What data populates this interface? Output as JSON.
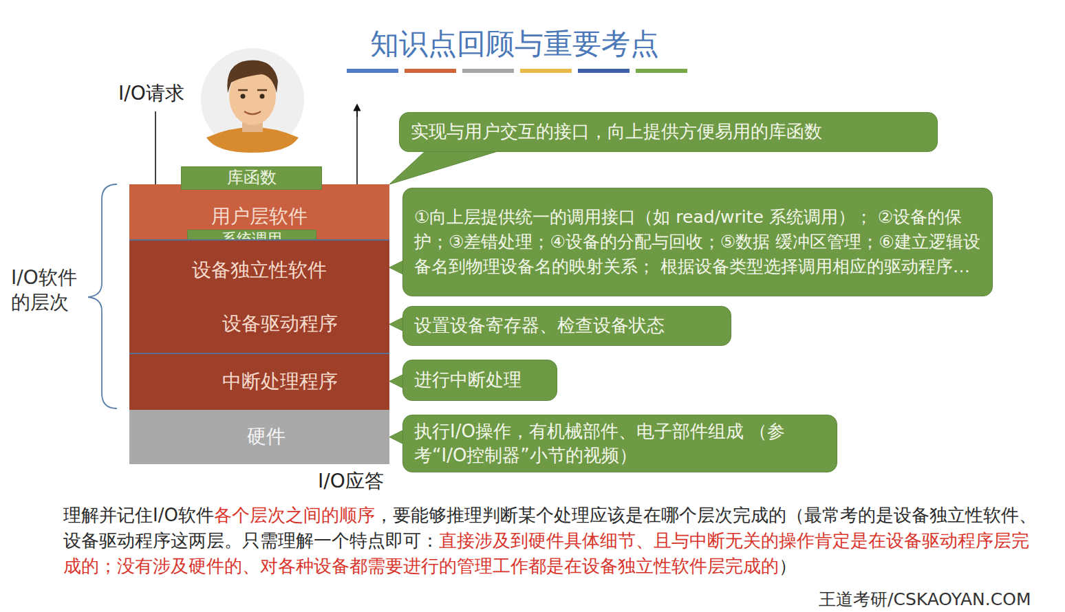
{
  "diagram": {
    "title": "知识点回顾与重要考点",
    "nodes": [
      {
        "text": [
          "用户层软件"
        ]
      },
      {
        "text": [
          "库函数"
        ]
      },
      {
        "text": [
          "系统调用"
        ]
      },
      {
        "text": [
          "设备独立性软件"
        ]
      },
      {
        "text": [
          "设备驱动程序"
        ]
      },
      {
        "text": [
          "中断处理程序"
        ]
      },
      {
        "text": [
          "硬件"
        ]
      },
      {
        "text": [
          "实现与用户交互的接口，向上提供方便易用的库函数"
        ]
      },
      {
        "text": [
          "①向上层提供统一的调用接口（如 read/write 系统调用）； ②设备的保护；③差错处理；④设备的分配与回收；⑤数据 缓冲区管理；⑥建立逻辑设备名到物理设备名的映射关系； 根据设备类型选择调用相应的驱动程序…"
        ]
      },
      {
        "text": [
          "设置设备寄存器、检查设备状态"
        ]
      },
      {
        "text": [
          "进行中断处理"
        ]
      },
      {
        "text": [
          "执行I/O操作，有机械部件、电子部件组成 （参考“I/O控制器”小节的视频）"
        ]
      }
    ],
    "edges": [
      {
        "from": 7,
        "to": 0,
        "arrow": "none"
      },
      {
        "from": 8,
        "to": 3,
        "arrow": "none"
      },
      {
        "from": 9,
        "to": 4,
        "arrow": "none"
      },
      {
        "from": 10,
        "to": 5,
        "arrow": "none"
      },
      {
        "from": 11,
        "to": 6,
        "arrow": "none"
      }
    ],
    "labels": [
      "I/O请求",
      "I/O应答",
      "I/O软件 的层次",
      "理解并记住I/O软件",
      "各个层次之间的顺序",
      "，要能够推理判断某个处理应该是在哪个层次完成的（最常考的是设备独立性软件、设备驱动程序这两层。只需理解一个特点即可：",
      "直接涉及到硬件具体细节、且与中断无关的操作肯定是在设备驱动程序层完成的；没有涉及硬件的、对各种设备都需要进行的管理工作都是在设备独立性软件层完成的",
      "）",
      "王道考研/CSKAOYAN.COM"
    ]
  }
}
